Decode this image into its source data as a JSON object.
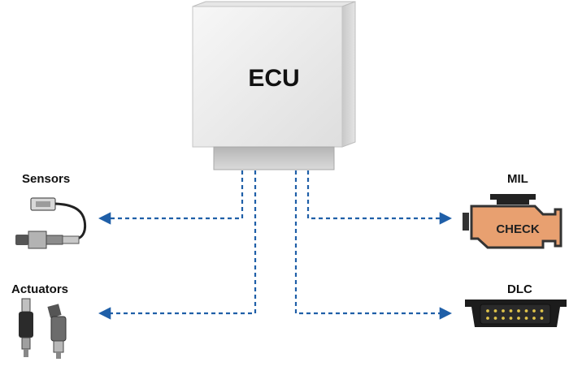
{
  "ecu": {
    "label": "ECU"
  },
  "sensors": {
    "label": "Sensors"
  },
  "actuators": {
    "label": "Actuators"
  },
  "mil": {
    "label": "MIL",
    "lamp_text": "CHECK"
  },
  "dlc": {
    "label": "DLC"
  },
  "colors": {
    "arrow": "#1f5fa8",
    "engine_fill": "#e8a070",
    "engine_stroke": "#333333",
    "ecu_face": "#f0f0f0",
    "connector": "#222222"
  },
  "icons": {
    "sensor": "oxygen-sensor-icon",
    "actuator": "fuel-injector-icon",
    "mil": "check-engine-icon",
    "dlc": "obd-connector-icon"
  }
}
